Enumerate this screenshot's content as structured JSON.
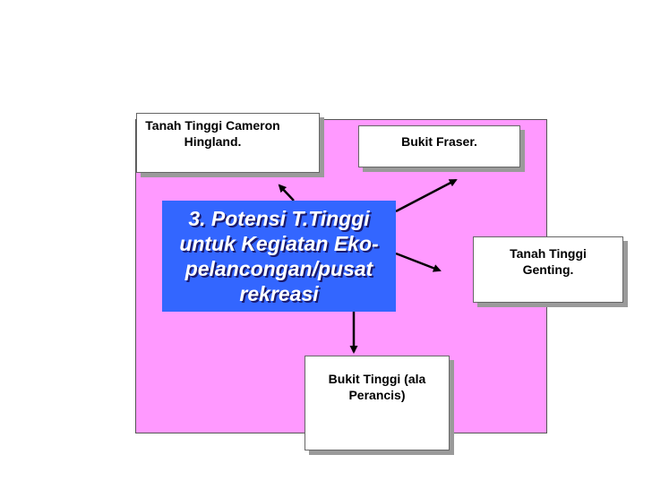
{
  "center": {
    "text": "3.  Potensi T.Tinggi untuk Kegiatan Eko-pelancongan/pusat rekreasi"
  },
  "boxes": {
    "cameron": "Tanah Tinggi Cameron Hingland.",
    "fraser": "Bukit Fraser.",
    "genting": "Tanah Tinggi Genting.",
    "bukit_tinggi": "Bukit Tinggi (ala Perancis)"
  },
  "colors": {
    "panel": "#ff99ff",
    "center": "#3366ff",
    "box": "#ffffff",
    "shadow": "#9a9a9a"
  }
}
